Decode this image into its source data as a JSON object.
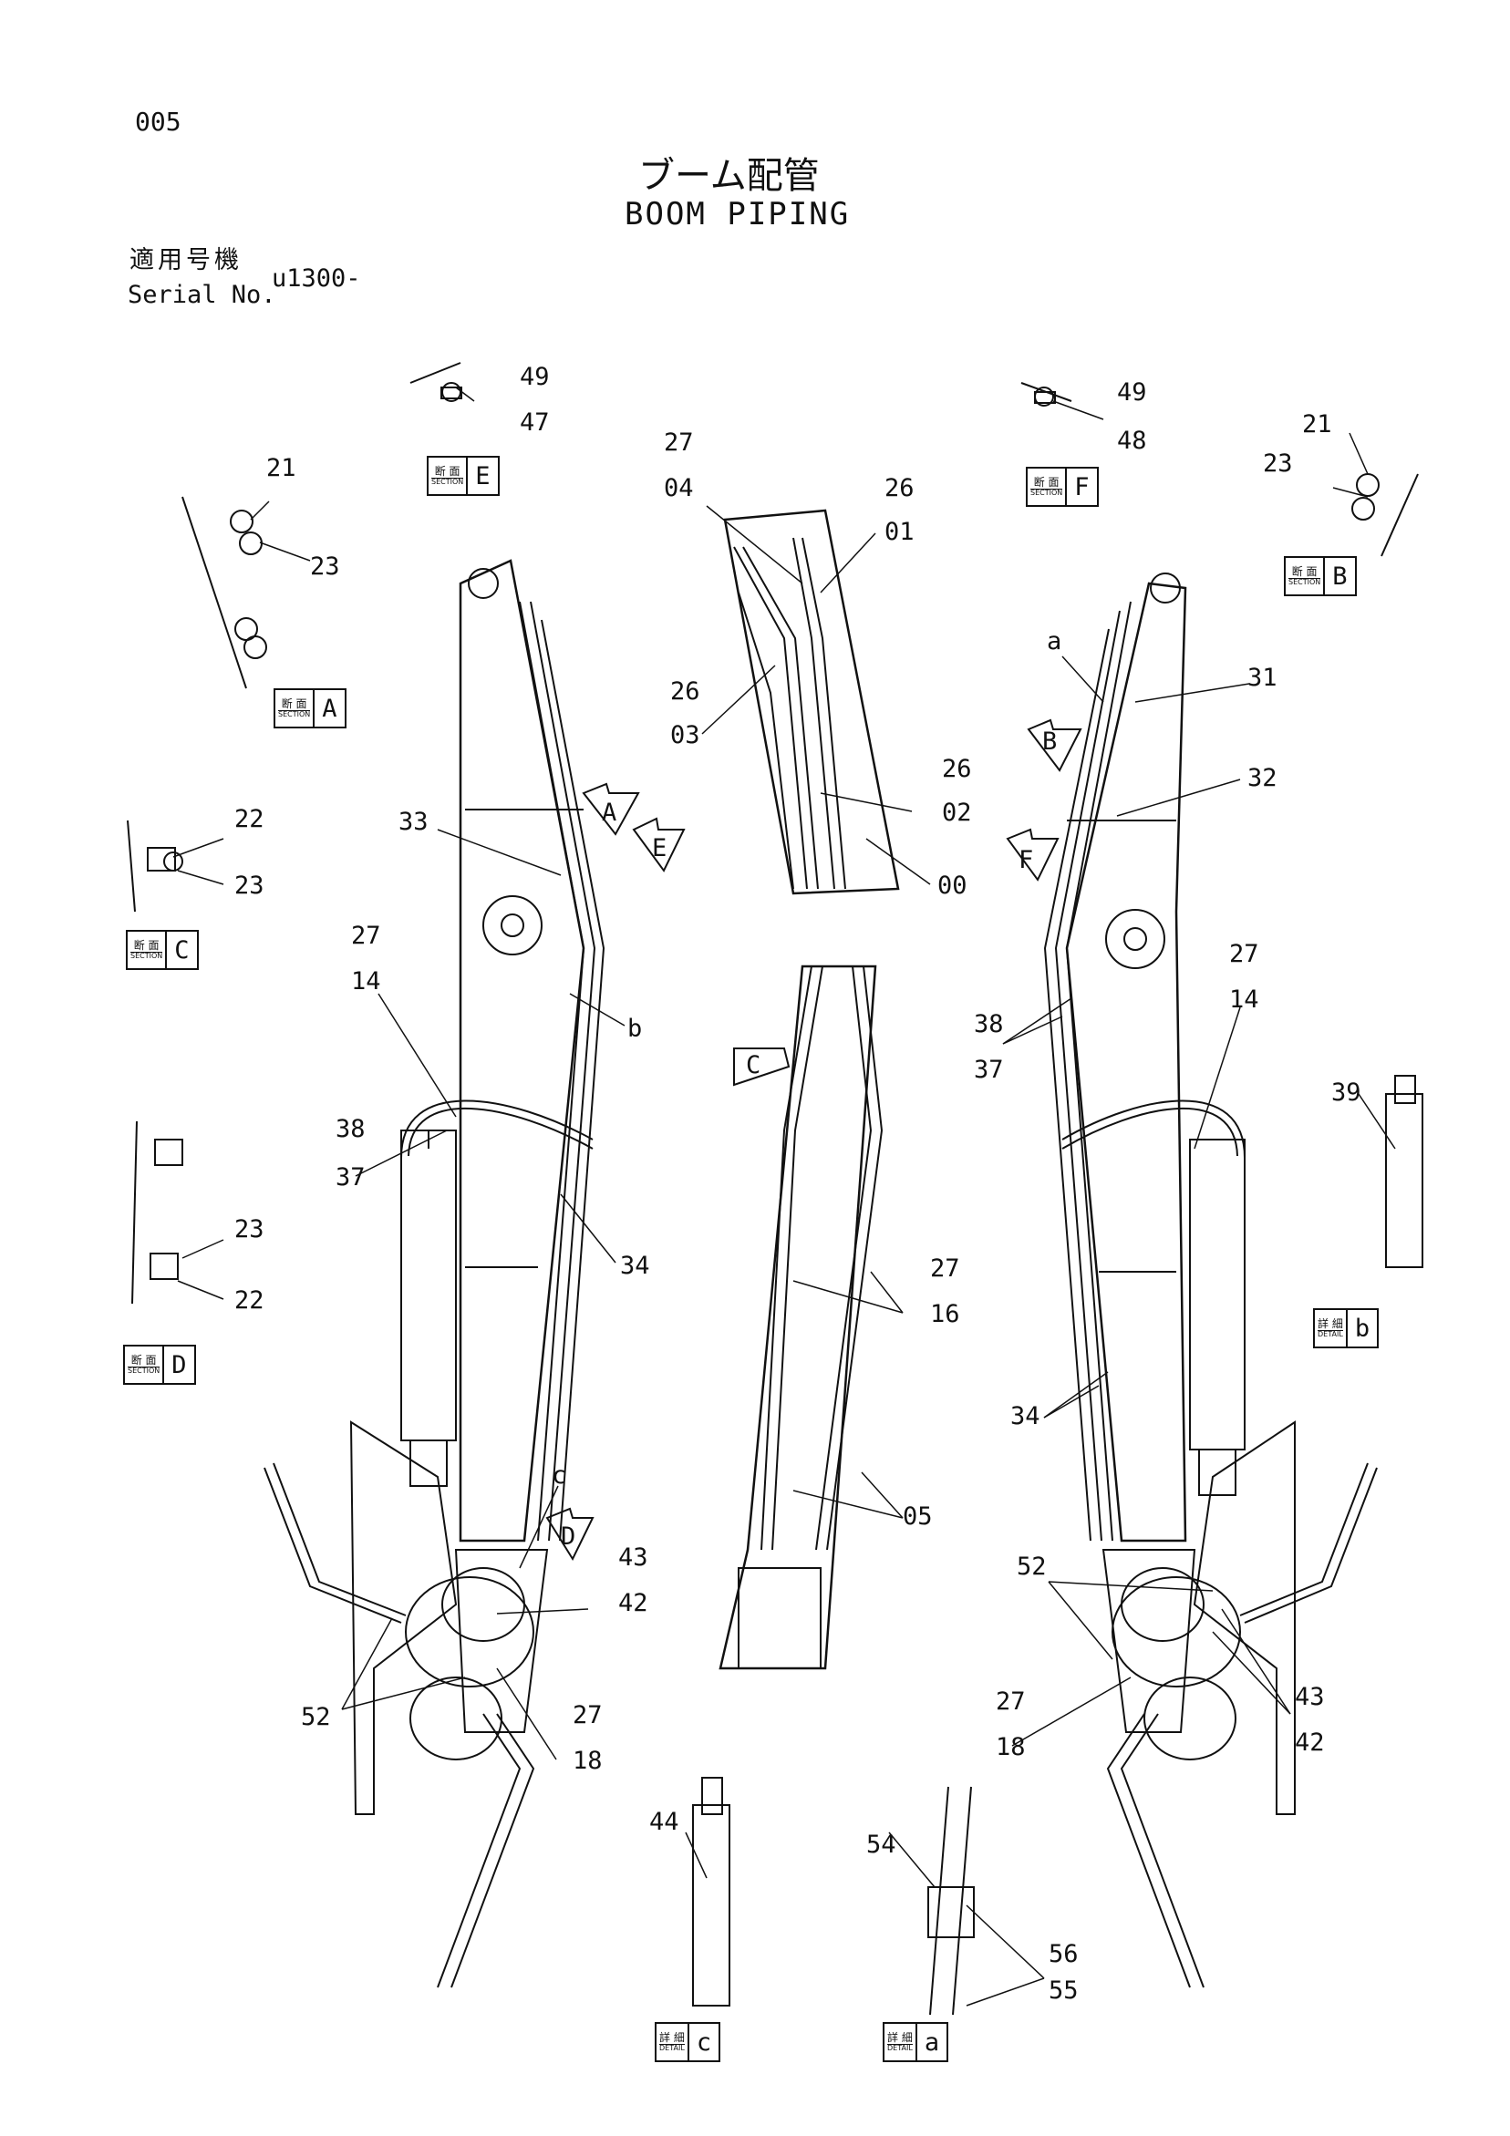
{
  "page_number": "005",
  "title_jp": "ブーム配管",
  "title_en": "BOOM PIPING",
  "serial_label_jp": "適用号機",
  "serial_label_en": "Serial No.",
  "serial_value": "u1300-",
  "tags": {
    "A": {
      "jp": "断 面",
      "en": "SECTION",
      "letter": "A"
    },
    "B": {
      "jp": "断 面",
      "en": "SECTION",
      "letter": "B"
    },
    "C": {
      "jp": "断 面",
      "en": "SECTION",
      "letter": "C"
    },
    "D": {
      "jp": "断 面",
      "en": "SECTION",
      "letter": "D"
    },
    "E": {
      "jp": "断 面",
      "en": "SECTION",
      "letter": "E"
    },
    "F": {
      "jp": "断 面",
      "en": "SECTION",
      "letter": "F"
    },
    "b": {
      "jp": "詳 細",
      "en": "DETAIL",
      "letter": "b"
    },
    "c": {
      "jp": "詳 細",
      "en": "DETAIL",
      "letter": "c"
    },
    "a": {
      "jp": "詳 細",
      "en": "DETAIL",
      "letter": "a"
    }
  },
  "view_arrows": {
    "A": "A",
    "B": "B",
    "C": "C",
    "D": "D",
    "E": "E",
    "F": "F"
  },
  "callouts": {
    "secE_top": "49",
    "secE_bot": "47",
    "secF_top": "49",
    "secF_bot": "48",
    "secA_21": "21",
    "secA_23": "23",
    "secB_21": "21",
    "secB_23": "23",
    "secC_22": "22",
    "secC_23": "23",
    "secD_23": "23",
    "secD_22": "22",
    "c27a": "27",
    "c04": "04",
    "c26a": "26",
    "c01": "01",
    "c26b": "26",
    "c03": "03",
    "c26c": "26",
    "c02": "02",
    "c00": "00",
    "c27b": "27",
    "c16": "16",
    "c05": "05",
    "L33": "33",
    "L27a": "27",
    "L14": "14",
    "Lb": "b",
    "L38": "38",
    "L37": "37",
    "L34": "34",
    "Lc": "c",
    "L43": "43",
    "L42": "42",
    "L52": "52",
    "L27b": "27",
    "L18": "18",
    "Ra": "a",
    "R31": "31",
    "R32": "32",
    "R27a": "27",
    "R14": "14",
    "R38": "38",
    "R37": "37",
    "R39": "39",
    "R34": "34",
    "R52": "52",
    "R27b": "27",
    "R18": "18",
    "R43": "43",
    "R42": "42",
    "D44": "44",
    "D54": "54",
    "D56": "56",
    "D55": "55"
  }
}
